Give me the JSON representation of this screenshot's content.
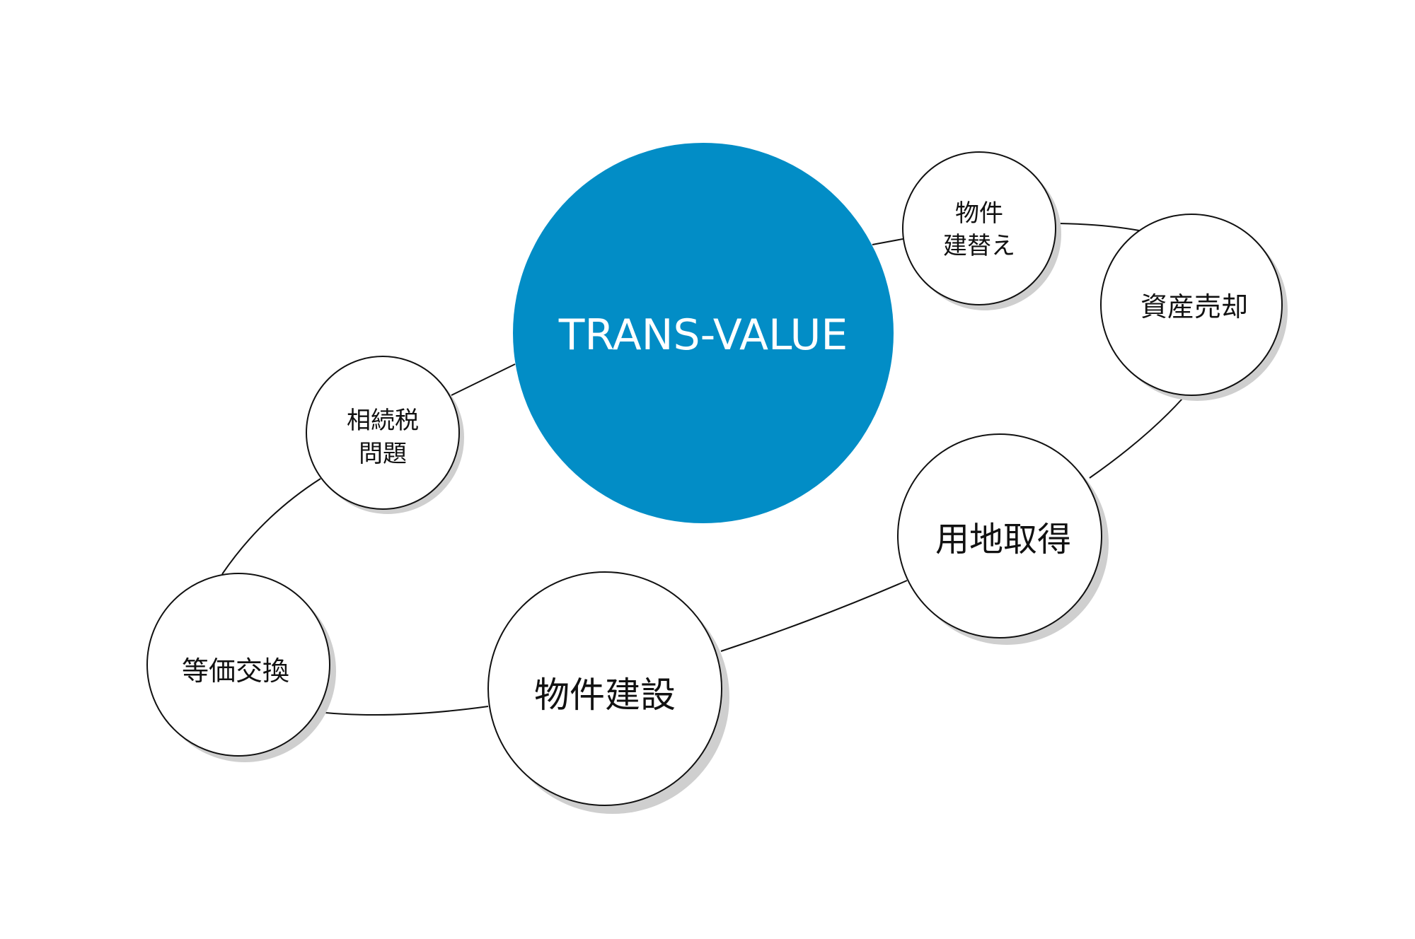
{
  "colors": {
    "center": "#028dc6",
    "node_fill": "#ffffff",
    "node_stroke": "#111111",
    "shadow": "#cfcfcf"
  },
  "center": {
    "label": "TRANS-VALUE"
  },
  "nodes": [
    {
      "id": "rebuild",
      "lines": [
        "物件",
        "建替え"
      ]
    },
    {
      "id": "asset-sale",
      "lines": [
        "資産売却"
      ]
    },
    {
      "id": "land-acquisition",
      "lines": [
        "用地取得"
      ]
    },
    {
      "id": "construction",
      "lines": [
        "物件建設"
      ]
    },
    {
      "id": "equivalent-exchange",
      "lines": [
        "等価交換"
      ]
    },
    {
      "id": "inheritance-tax",
      "lines": [
        "相続税",
        "問題"
      ]
    }
  ]
}
